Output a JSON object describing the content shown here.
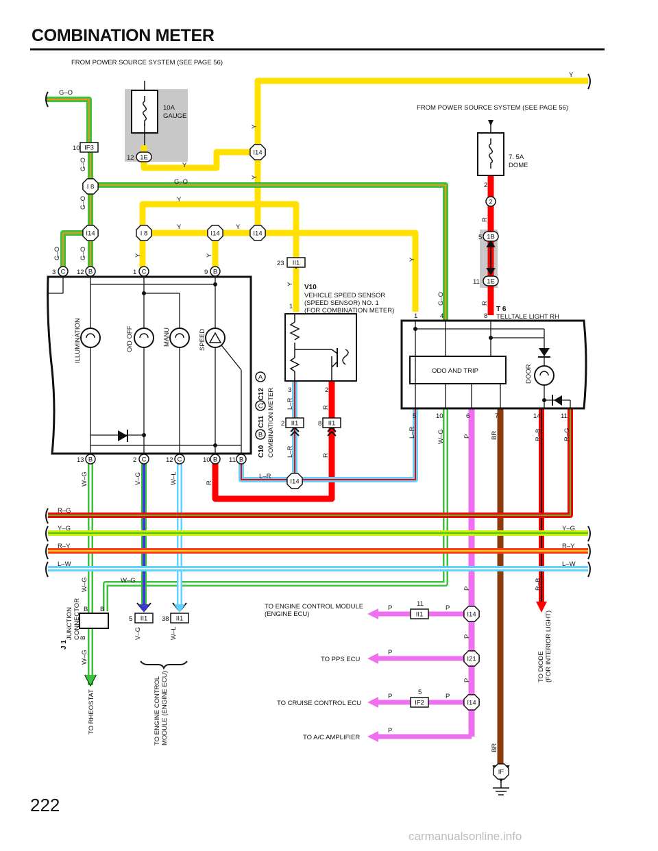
{
  "page": {
    "title": "COMBINATION METER",
    "number": "222",
    "watermark": "carmanualsonline.info"
  },
  "sources": {
    "left": "FROM POWER SOURCE SYSTEM (SEE PAGE 56)",
    "right": "FROM POWER SOURCE SYSTEM (SEE PAGE 56)"
  },
  "fuses": {
    "gauge": [
      "10A",
      "GAUGE"
    ],
    "dome": [
      "7. 5A",
      "DOME"
    ]
  },
  "components": {
    "meter": {
      "ids": [
        "C10",
        ", C11",
        ", C12"
      ],
      "connectors": [
        "B",
        "C",
        "A"
      ],
      "name": "COMBINATION METER",
      "gauges": [
        "ILLUMINATION",
        "O/D OFF",
        "MANU",
        "SPEED"
      ]
    },
    "sensor": {
      "id": "V10",
      "lines": [
        "VEHICLE SPEED SENSOR",
        "(SPEED SENSOR) NO. 1",
        "(FOR COMBINATION METER)"
      ]
    },
    "telltale": {
      "id": "T 6",
      "name": "TELLTALE LIGHT RH",
      "odo": "ODO AND TRIP",
      "door": "DOOR"
    },
    "junction": {
      "id": "J 1",
      "lines": [
        "JUNCTION",
        "CONNECTOR"
      ]
    },
    "ground": "IF"
  },
  "connectors": {
    "IF3": "IF3",
    "I8": "I 8",
    "I14": "I14",
    "I21": "I21",
    "II1": "II1",
    "IF2": "IF2",
    "E1": "1E",
    "B1": "1B",
    "C": "C",
    "B": "B",
    "n2": "2"
  },
  "pins": {
    "p10": "10",
    "p12": "12",
    "p3": "3",
    "p1": "1",
    "p9": "9",
    "p23": "23",
    "p13": "13",
    "p2": "2",
    "p11": "11",
    "p8": "8",
    "p4": "4",
    "p5": "5",
    "p6": "6",
    "p7": "7",
    "p14": "14",
    "p38": "38"
  },
  "wire_colors": {
    "Y": "Y",
    "GO": "G–O",
    "R": "R",
    "LR": "L–R",
    "WG": "W–G",
    "VG": "V–G",
    "WL": "W–L",
    "P": "P",
    "BR": "BR",
    "RB": "R–B",
    "RG": "R–G",
    "YG": "Y–G",
    "RY": "R–Y",
    "LW": "L–W",
    "B": "B"
  },
  "destinations": {
    "ecu": [
      "TO ENGINE CONTROL MODULE",
      "(ENGINE ECU)"
    ],
    "pps": "TO PPS ECU",
    "cruise": "TO CRUISE CONTROL ECU",
    "ac": "TO A/C AMPLIFIER",
    "rheostat": "TO RHEOSTAT",
    "ecm": [
      "TO ENGINE CONTROL",
      "MODULE (ENGINE ECU)"
    ],
    "diode": [
      "TO DIODE",
      "(FOR INTERIOR LIGHT)"
    ]
  },
  "colors": {
    "yellow": "#ffe000",
    "green": "#3cc33c",
    "orange": "#ff8c1a",
    "red": "#ff0000",
    "blue": "#5fd3ff",
    "pink": "#ee6ff0",
    "brown": "#8b3a0e",
    "violet": "#3a3ad0",
    "shade": "#c8c8c8"
  }
}
